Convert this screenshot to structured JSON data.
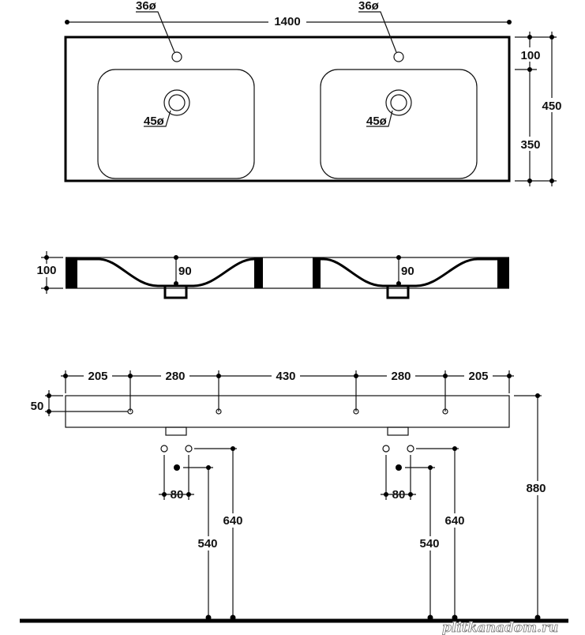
{
  "top_view": {
    "width": "1400",
    "tap_hole_left": "36ø",
    "tap_hole_right": "36ø",
    "drain_left": "45ø",
    "drain_right": "45ø",
    "depth_front": "100",
    "depth_basin": "350",
    "depth_total": "450"
  },
  "side_view": {
    "height": "100",
    "basin_depth_left": "90",
    "basin_depth_right": "90"
  },
  "front_view": {
    "spacing": [
      "205",
      "280",
      "430",
      "280",
      "205"
    ],
    "hole_height": "50",
    "total_height": "880",
    "left_group": {
      "pipe_spacing": "80",
      "drain_height": "540",
      "supply_height": "640"
    },
    "right_group": {
      "pipe_spacing": "80",
      "drain_height": "540",
      "supply_height": "640"
    }
  },
  "watermark": "plitkanadom.ru",
  "colors": {
    "line": "#111111",
    "background": "#ffffff"
  }
}
